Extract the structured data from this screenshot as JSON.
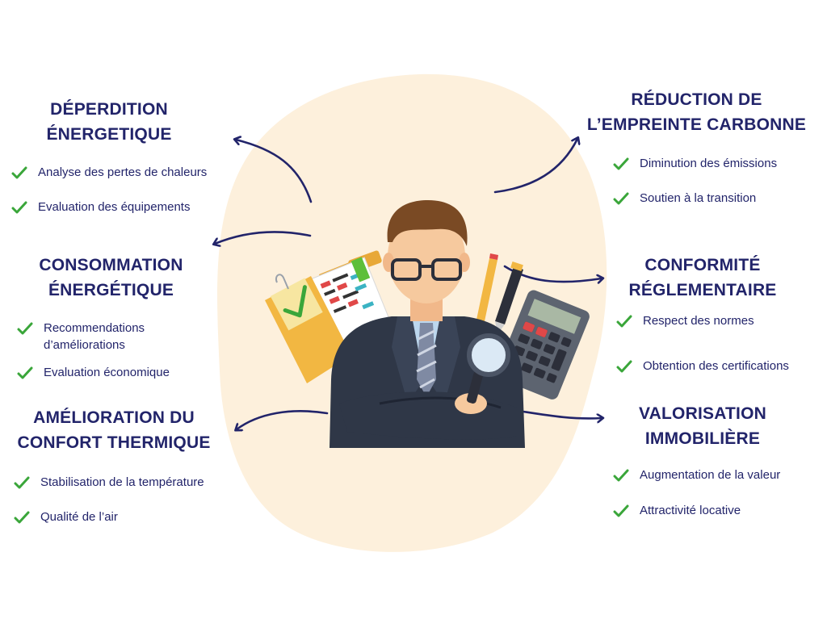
{
  "colors": {
    "heading": "#22246a",
    "text": "#22246a",
    "check": "#3aa63a",
    "arrow": "#22246a",
    "blob": "#fdf0dc"
  },
  "sections": {
    "deperdition": {
      "title_line1": "DÉPERDITION",
      "title_line2": "ÉNERGETIQUE",
      "items": [
        "Analyse des pertes de chaleurs",
        "Evaluation des équipements"
      ]
    },
    "consommation": {
      "title_line1": "CONSOMMATION",
      "title_line2": "ÉNERGÉTIQUE",
      "items": [
        "Recommendations",
        "d’améliorations",
        "Evaluation économique"
      ]
    },
    "confort": {
      "title_line1": "AMÉLIORATION DU",
      "title_line2": "CONFORT THERMIQUE",
      "items": [
        "Stabilisation de la température",
        "Qualité de l’air"
      ]
    },
    "carbone": {
      "title_line1": "RÉDUCTION DE",
      "title_line2": "L’EMPREINTE CARBONNE",
      "items": [
        "Diminution des émissions",
        "Soutien à la transition"
      ]
    },
    "conformite": {
      "title_line1": "CONFORMITÉ",
      "title_line2": "RÉGLEMENTAIRE",
      "items": [
        "Respect des normes",
        "Obtention des certifications"
      ]
    },
    "valorisation": {
      "title_line1": "VALORISATION",
      "title_line2": "IMMOBILIÈRE",
      "items": [
        "Augmentation de la valeur",
        "Attractivité locative"
      ]
    }
  }
}
